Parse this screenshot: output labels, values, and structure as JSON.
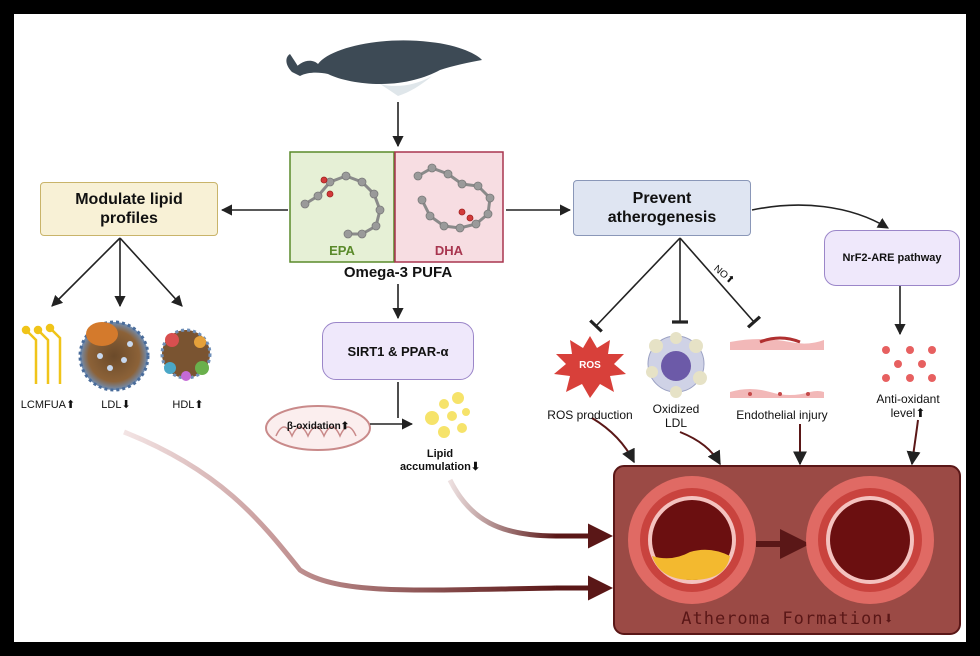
{
  "source": {
    "icon": "whale-icon"
  },
  "center": {
    "epa": "EPA",
    "dha": "DHA",
    "title": "Omega-3 PUFA",
    "epa_color": "#5a8a2a",
    "dha_color": "#a8354f"
  },
  "left_branch": {
    "title": "Modulate lipid profiles",
    "items": [
      {
        "label": "LCMFUA",
        "arrow": "⬆"
      },
      {
        "label": "LDL",
        "arrow": "⬇"
      },
      {
        "label": "HDL",
        "arrow": "⬆"
      }
    ]
  },
  "middle_branch": {
    "title": "SIRT1 & PPAR-α",
    "beta_oxidation": "β-oxidation",
    "beta_arrow": "⬆",
    "lipid_line1": "Lipid",
    "lipid_line2": "accumulation",
    "lipid_arrow": "⬇"
  },
  "right_branch": {
    "title": "Prevent atherogenesis",
    "no_label": "NO",
    "no_arrow": "⬆",
    "ros_badge": "ROS",
    "ros_label": "ROS production",
    "oxldl_line1": "Oxidized",
    "oxldl_line2": "LDL",
    "endo_label": "Endothelial injury",
    "nrf2": "NrF2-ARE pathway",
    "antiox_line1": "Anti-oxidant",
    "antiox_line2": "level",
    "antiox_arrow": "⬆"
  },
  "outcome": {
    "label": "Atheroma Formation",
    "arrow": "⬇"
  },
  "colors": {
    "yellow_box": "#f8f1d6",
    "blue_box": "#dfe5f2",
    "purple_box": "#efe8fb",
    "outcome_bg": "#9b4a45",
    "vessel_ring": "#d9534f",
    "vessel_core": "#6b0f10"
  }
}
